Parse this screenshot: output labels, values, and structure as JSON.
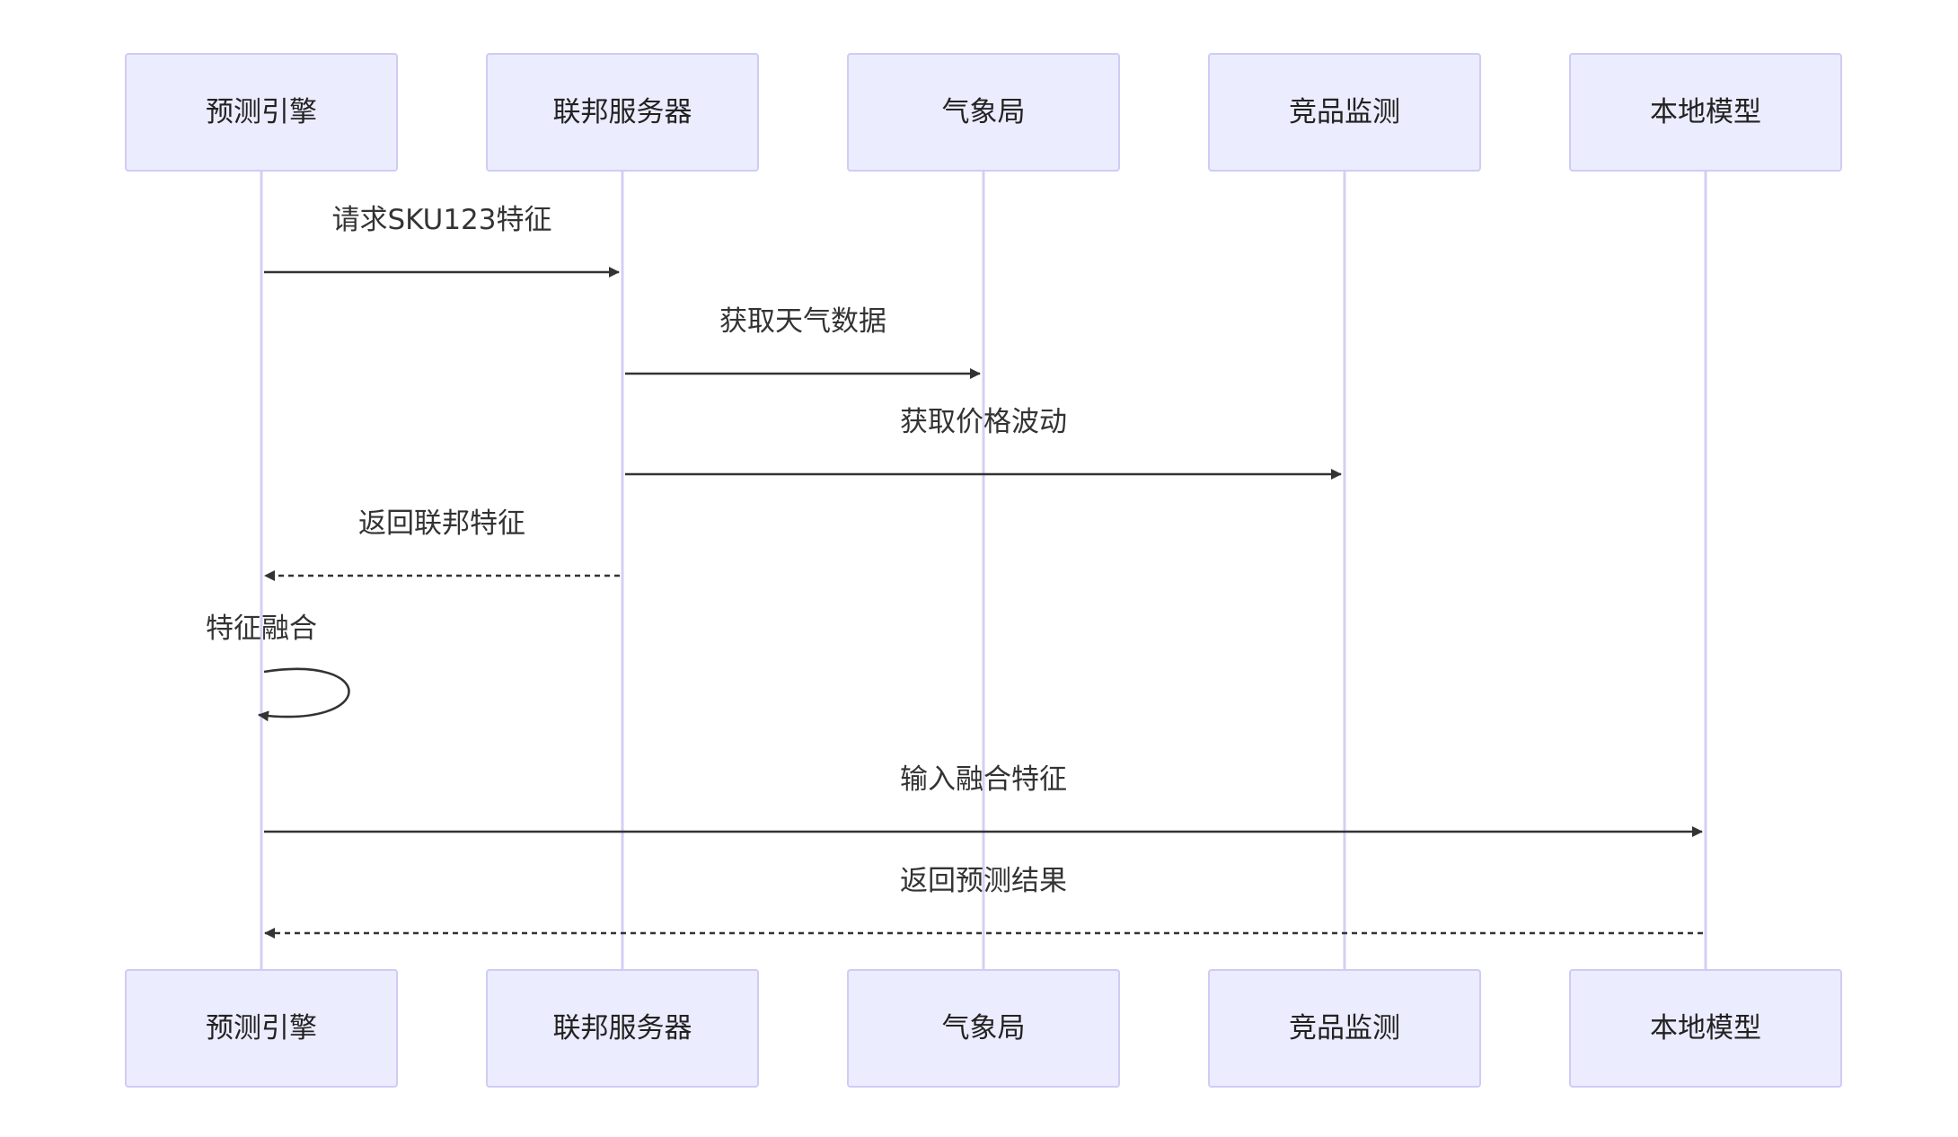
{
  "participants": [
    {
      "id": "engine",
      "label": "预测引擎"
    },
    {
      "id": "fed",
      "label": "联邦服务器"
    },
    {
      "id": "weather",
      "label": "气象局"
    },
    {
      "id": "competitor",
      "label": "竞品监测"
    },
    {
      "id": "local",
      "label": "本地模型"
    }
  ],
  "messages": [
    {
      "from": 0,
      "to": 1,
      "label": "请求SKU123特征",
      "style": "solid"
    },
    {
      "from": 1,
      "to": 2,
      "label": "获取天气数据",
      "style": "solid"
    },
    {
      "from": 1,
      "to": 3,
      "label": "获取价格波动",
      "style": "solid"
    },
    {
      "from": 1,
      "to": 0,
      "label": "返回联邦特征",
      "style": "dashed"
    },
    {
      "from": 0,
      "to": 0,
      "label": "特征融合",
      "style": "solid"
    },
    {
      "from": 0,
      "to": 4,
      "label": "输入融合特征",
      "style": "solid"
    },
    {
      "from": 4,
      "to": 0,
      "label": "返回预测结果",
      "style": "dashed"
    }
  ],
  "colors": {
    "actor_fill": "#ECECFF",
    "actor_border": "#CFCCF4",
    "lifeline": "#D3D0F5",
    "arrow": "#333333"
  }
}
